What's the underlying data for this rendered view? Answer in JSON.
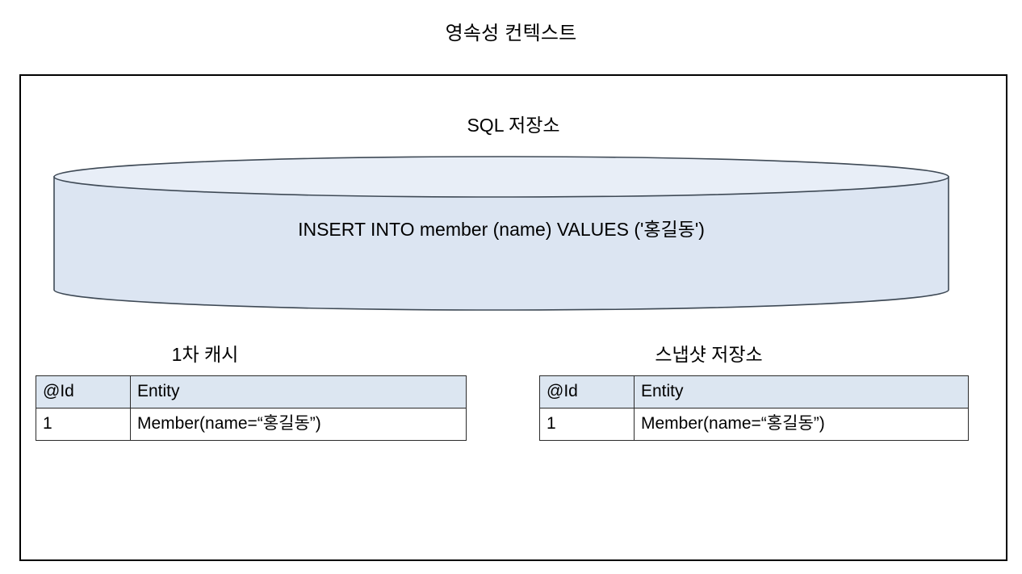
{
  "slide": {
    "title": "영속성 컨텍스트"
  },
  "context_frame": {
    "sql_store": {
      "label": "SQL 저장소",
      "statement": "INSERT INTO member (name) VALUES ('홍길동')",
      "shape": "cylinder",
      "body_color": "#dce5f2",
      "top_color": "#e8eef7",
      "outline_color": "#3f4a56"
    },
    "first_level_cache": {
      "caption": "1차 캐시",
      "columns": [
        "@Id",
        "Entity"
      ],
      "rows": [
        [
          "1",
          "Member(name=“홍길동”)"
        ]
      ],
      "header_color": "#dce6f1"
    },
    "snapshot_store": {
      "caption": "스냅샷 저장소",
      "columns": [
        "@Id",
        "Entity"
      ],
      "rows": [
        [
          "1",
          "Member(name=“홍길동”)"
        ]
      ],
      "header_color": "#dce6f1"
    }
  }
}
